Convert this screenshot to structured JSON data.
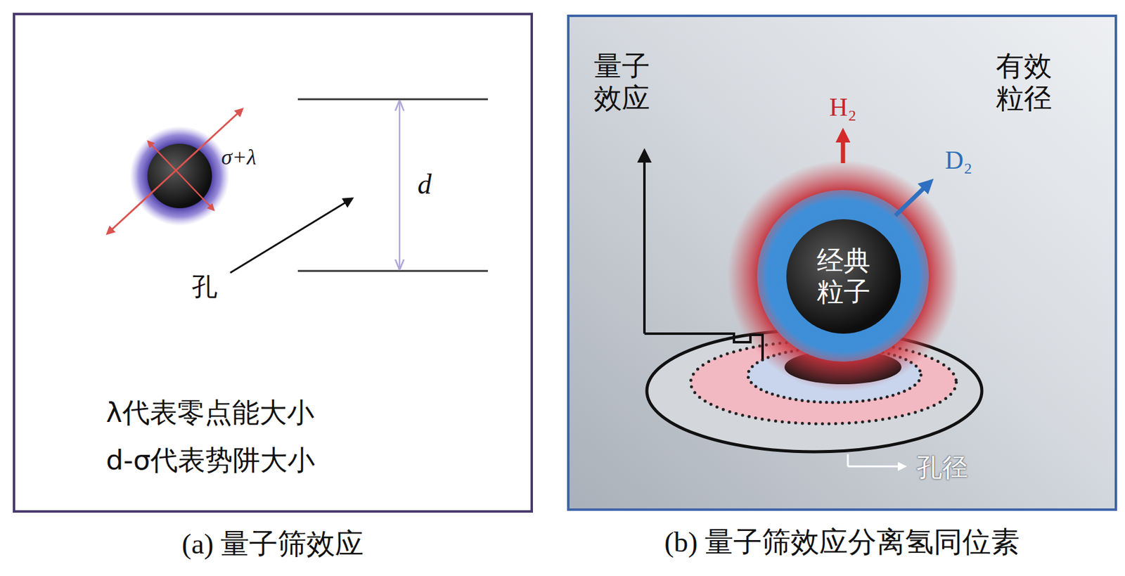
{
  "diagram": {
    "nodes": [
      {
        "text": [
          "(a) 量子筛效应"
        ]
      },
      {
        "text": [
          "(b) 量子筛效应分离氢同位素"
        ]
      },
      {
        "text": [
          "经典 粒子"
        ],
        "in": 1
      }
    ],
    "labels": [
      "σ+λ",
      "d",
      "孔",
      "λ代表零点能大小",
      "d-σ代表势阱大小",
      "量子 效应",
      "H₂",
      "有效 粒径",
      "D₂",
      "孔径"
    ]
  }
}
